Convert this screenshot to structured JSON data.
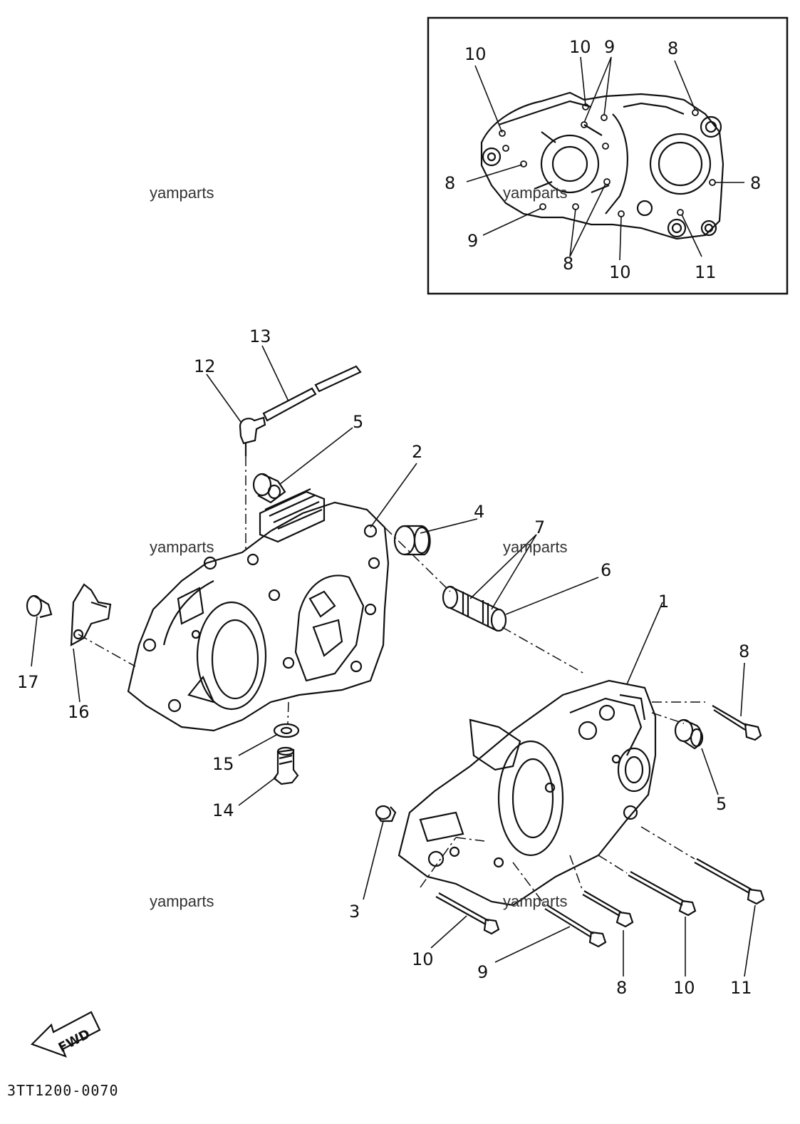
{
  "watermarks": [
    "yamparts",
    "yamparts",
    "yamparts",
    "yamparts",
    "yamparts",
    "yamparts"
  ],
  "fwd_label": "FWD",
  "part_code": "3TT1200-0070",
  "inset_callouts": [
    "10",
    "10",
    "9",
    "8",
    "8",
    "8",
    "9",
    "8",
    "10",
    "11"
  ],
  "main_callouts": [
    "13",
    "12",
    "5",
    "2",
    "4",
    "7",
    "6",
    "1",
    "8",
    "17",
    "16",
    "15",
    "14",
    "5",
    "3",
    "10",
    "9",
    "8",
    "10",
    "11"
  ]
}
